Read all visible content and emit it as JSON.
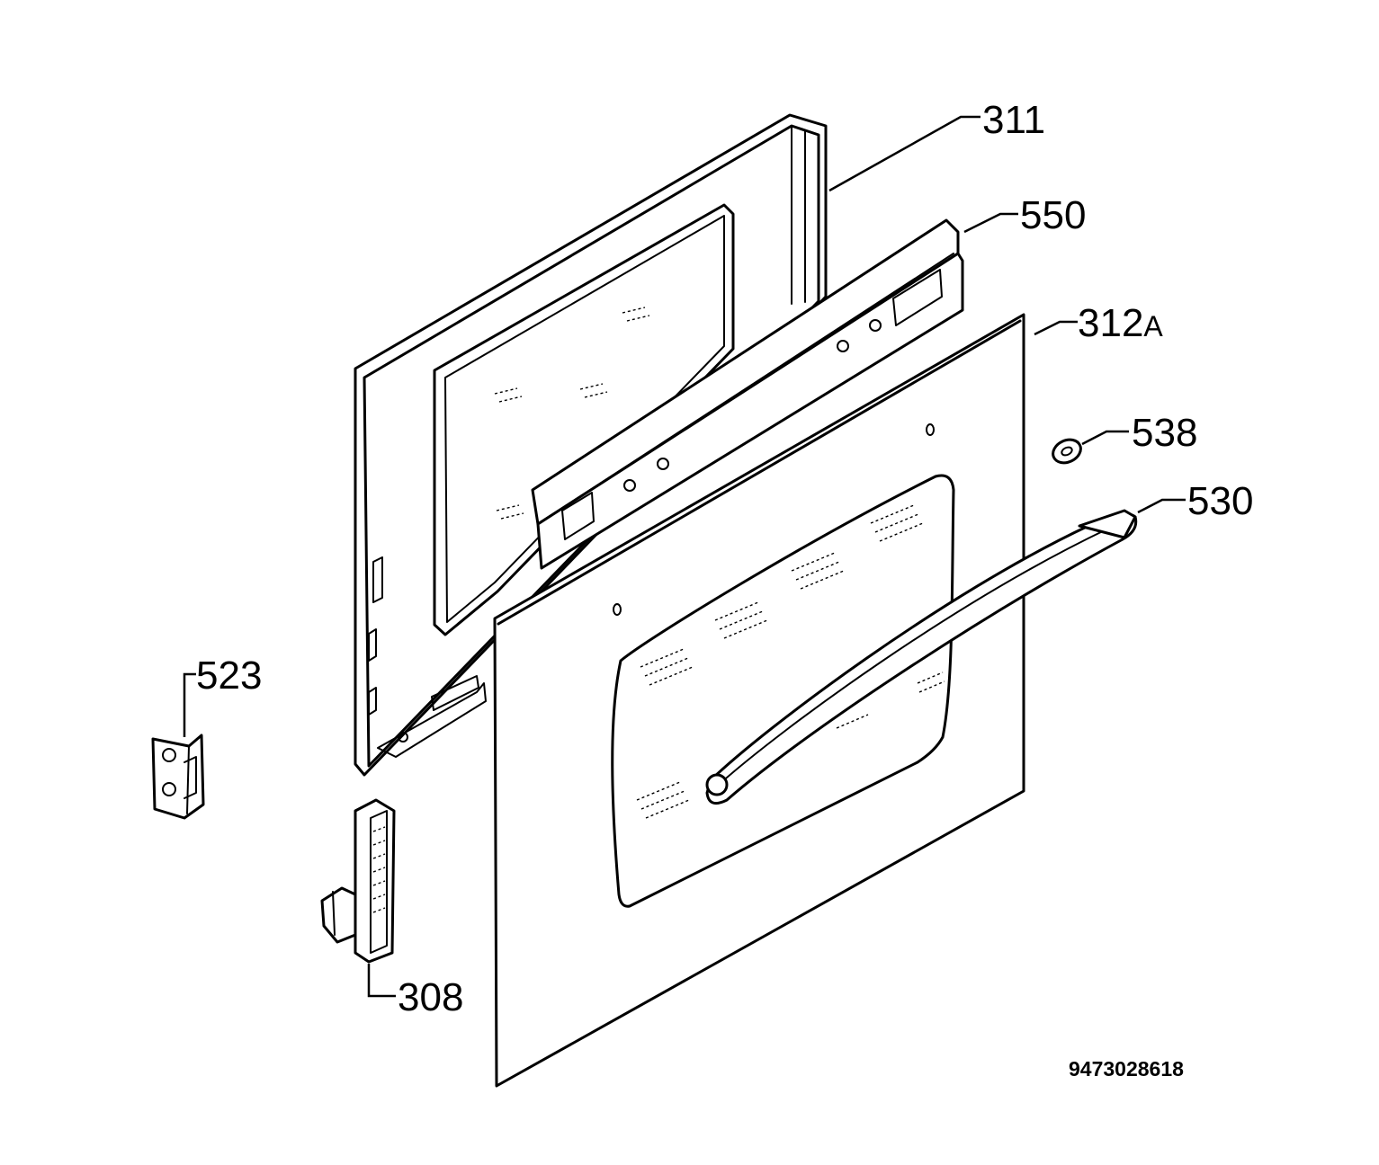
{
  "diagram": {
    "drawing_number": "9473028618",
    "parts": [
      {
        "id": "311",
        "label": "311"
      },
      {
        "id": "550",
        "label": "550"
      },
      {
        "id": "312a",
        "label": "312",
        "suffix": "A"
      },
      {
        "id": "538",
        "label": "538"
      },
      {
        "id": "530",
        "label": "530"
      },
      {
        "id": "523",
        "label": "523"
      },
      {
        "id": "308",
        "label": "308"
      }
    ]
  }
}
